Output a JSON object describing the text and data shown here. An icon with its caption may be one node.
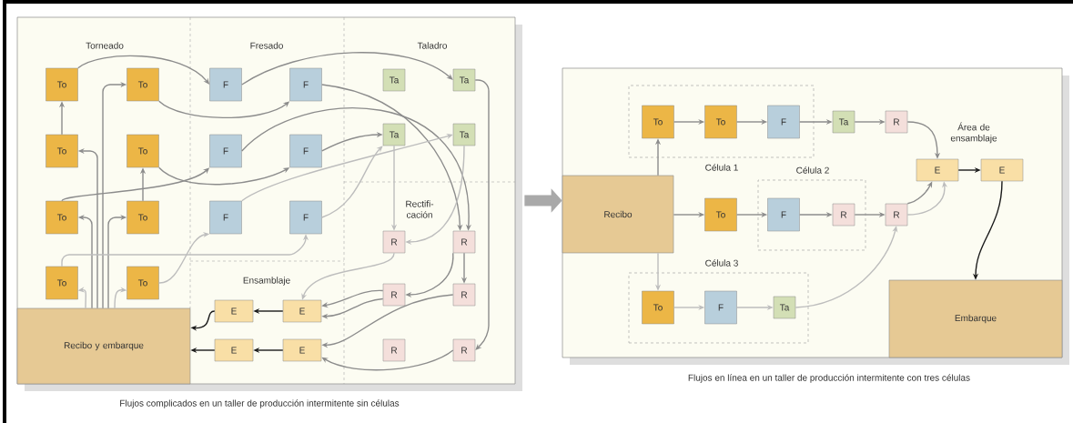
{
  "diagram": {
    "nodes": [
      {
        "text": [
          "Flujos complicados en un taller de producción intermitente sin células"
        ]
      },
      {
        "text": [
          "Flujos en línea en un taller de producción intermitente con tres células"
        ]
      },
      {
        "text": [
          "To"
        ],
        "in": 0
      },
      {
        "text": [
          "To"
        ],
        "in": 0
      },
      {
        "text": [
          "To"
        ],
        "in": 0
      },
      {
        "text": [
          "To"
        ],
        "in": 0
      },
      {
        "text": [
          "To"
        ],
        "in": 0
      },
      {
        "text": [
          "To"
        ],
        "in": 0
      },
      {
        "text": [
          "To"
        ],
        "in": 0
      },
      {
        "text": [
          "To"
        ],
        "in": 0
      },
      {
        "text": [
          "F"
        ],
        "in": 0
      },
      {
        "text": [
          "F"
        ],
        "in": 0
      },
      {
        "text": [
          "F"
        ],
        "in": 0
      },
      {
        "text": [
          "F"
        ],
        "in": 0
      },
      {
        "text": [
          "F"
        ],
        "in": 0
      },
      {
        "text": [
          "F"
        ],
        "in": 0
      },
      {
        "text": [
          "Ta"
        ],
        "in": 0
      },
      {
        "text": [
          "Ta"
        ],
        "in": 0
      },
      {
        "text": [
          "Ta"
        ],
        "in": 0
      },
      {
        "text": [
          "Ta"
        ],
        "in": 0
      },
      {
        "text": [
          "R"
        ],
        "in": 0
      },
      {
        "text": [
          "R"
        ],
        "in": 0
      },
      {
        "text": [
          "R"
        ],
        "in": 0
      },
      {
        "text": [
          "R"
        ],
        "in": 0
      },
      {
        "text": [
          "R"
        ],
        "in": 0
      },
      {
        "text": [
          "R"
        ],
        "in": 0
      },
      {
        "text": [
          "E"
        ],
        "in": 0
      },
      {
        "text": [
          "E"
        ],
        "in": 0
      },
      {
        "text": [
          "E"
        ],
        "in": 0
      },
      {
        "text": [
          "E"
        ],
        "in": 0
      },
      {
        "text": [
          "Recibo y embarque"
        ],
        "in": 0
      },
      {
        "text": [
          "Célula 1"
        ],
        "in": 1
      },
      {
        "text": [
          "To"
        ],
        "in": 31
      },
      {
        "text": [
          "To"
        ],
        "in": 31
      },
      {
        "text": [
          "F"
        ],
        "in": 31
      },
      {
        "text": [
          "Ta"
        ],
        "in": 1
      },
      {
        "text": [
          "R"
        ],
        "in": 1
      },
      {
        "text": [
          "E"
        ],
        "in": 1
      },
      {
        "text": [
          "E"
        ],
        "in": 1
      },
      {
        "text": [
          "Recibo"
        ],
        "in": 1
      },
      {
        "text": [
          "To"
        ],
        "in": 1
      },
      {
        "text": [
          "Célula 2"
        ],
        "in": 1
      },
      {
        "text": [
          "F"
        ],
        "in": 41
      },
      {
        "text": [
          "R"
        ],
        "in": 41
      },
      {
        "text": [
          "R"
        ],
        "in": 1
      },
      {
        "text": [
          "Célula 3"
        ],
        "in": 1
      },
      {
        "text": [
          "To"
        ],
        "in": 45
      },
      {
        "text": [
          "F"
        ],
        "in": 45
      },
      {
        "text": [
          "Ta"
        ],
        "in": 45
      },
      {
        "text": [
          "Embarque"
        ],
        "in": 1
      }
    ],
    "edges": [
      {
        "from": 2,
        "to": 10,
        "arrow": "to"
      },
      {
        "from": 10,
        "to": 17,
        "arrow": "to"
      },
      {
        "from": 17,
        "to": 25,
        "arrow": "to"
      },
      {
        "from": 3,
        "to": 11,
        "arrow": "to"
      },
      {
        "from": 11,
        "to": 21,
        "arrow": "to"
      },
      {
        "from": 12,
        "to": 21,
        "arrow": "to"
      },
      {
        "from": 13,
        "to": 18,
        "arrow": "to"
      },
      {
        "from": 18,
        "to": 20,
        "arrow": "to",
        "color": "#bdbdbd"
      },
      {
        "from": 19,
        "to": 20,
        "arrow": "to",
        "color": "#bdbdbd"
      },
      {
        "from": 5,
        "to": 13,
        "arrow": "to"
      },
      {
        "from": 6,
        "to": 12,
        "arrow": "to"
      },
      {
        "from": 15,
        "to": 18,
        "arrow": "to",
        "color": "#bdbdbd"
      },
      {
        "from": 14,
        "to": 19,
        "arrow": "to",
        "color": "#bdbdbd"
      },
      {
        "from": 7,
        "to": 5,
        "arrow": "to"
      },
      {
        "from": 4,
        "to": 2,
        "arrow": "to"
      },
      {
        "from": 30,
        "to": 4,
        "arrow": "to"
      },
      {
        "from": 30,
        "to": 3,
        "arrow": "to"
      },
      {
        "from": 30,
        "to": 6,
        "arrow": "to"
      },
      {
        "from": 30,
        "to": 7,
        "arrow": "to"
      },
      {
        "from": 30,
        "to": 8,
        "arrow": "to",
        "color": "#bdbdbd"
      },
      {
        "from": 30,
        "to": 9,
        "arrow": "to",
        "color": "#bdbdbd"
      },
      {
        "from": 8,
        "to": 15,
        "arrow": "to",
        "color": "#bdbdbd"
      },
      {
        "from": 9,
        "to": 14,
        "arrow": "to",
        "color": "#bdbdbd"
      },
      {
        "from": 20,
        "to": 27,
        "arrow": "to",
        "color": "#bdbdbd"
      },
      {
        "from": 21,
        "to": 23,
        "arrow": "to"
      },
      {
        "from": 21,
        "to": 22,
        "arrow": "to"
      },
      {
        "from": 22,
        "to": 27,
        "arrow": "to"
      },
      {
        "from": 22,
        "to": 27,
        "arrow": "to"
      },
      {
        "from": 23,
        "to": 29,
        "arrow": "to"
      },
      {
        "from": 25,
        "to": 29,
        "arrow": "to"
      },
      {
        "from": 27,
        "to": 26,
        "arrow": "to",
        "color": "#1a1a1a"
      },
      {
        "from": 26,
        "to": 30,
        "arrow": "to",
        "color": "#1a1a1a"
      },
      {
        "from": 29,
        "to": 28,
        "arrow": "to",
        "color": "#1a1a1a"
      },
      {
        "from": 28,
        "to": 30,
        "arrow": "to",
        "color": "#1a1a1a"
      },
      {
        "from": 39,
        "to": 32,
        "arrow": "to"
      },
      {
        "from": 32,
        "to": 33,
        "arrow": "to"
      },
      {
        "from": 33,
        "to": 34,
        "arrow": "to"
      },
      {
        "from": 34,
        "to": 35,
        "arrow": "to"
      },
      {
        "from": 35,
        "to": 36,
        "arrow": "to"
      },
      {
        "from": 36,
        "to": 37,
        "arrow": "to"
      },
      {
        "from": 37,
        "to": 38,
        "arrow": "to",
        "color": "#1a1a1a"
      },
      {
        "from": 38,
        "to": 49,
        "arrow": "to",
        "color": "#1a1a1a"
      },
      {
        "from": 39,
        "to": 40,
        "arrow": "to"
      },
      {
        "from": 40,
        "to": 42,
        "arrow": "to"
      },
      {
        "from": 42,
        "to": 43,
        "arrow": "to"
      },
      {
        "from": 43,
        "to": 44,
        "arrow": "to"
      },
      {
        "from": 44,
        "to": 37,
        "arrow": "to"
      },
      {
        "from": 44,
        "to": 37,
        "arrow": "to",
        "color": "#bdbdbd"
      },
      {
        "from": 39,
        "to": 46,
        "arrow": "to",
        "color": "#bdbdbd"
      },
      {
        "from": 46,
        "to": 47,
        "arrow": "to",
        "color": "#bdbdbd"
      },
      {
        "from": 47,
        "to": 48,
        "arrow": "to",
        "color": "#bdbdbd"
      },
      {
        "from": 48,
        "to": 44,
        "arrow": "to",
        "color": "#bdbdbd"
      },
      {
        "from": 0,
        "to": 1,
        "arrow": "to",
        "style": "thick",
        "color": "#a9a9a9"
      }
    ],
    "labels": [
      "Torneado",
      "Fresado",
      "Taladro",
      "Rectifi-cación",
      "Ensamblaje",
      "Área de ensamblaje"
    ]
  }
}
